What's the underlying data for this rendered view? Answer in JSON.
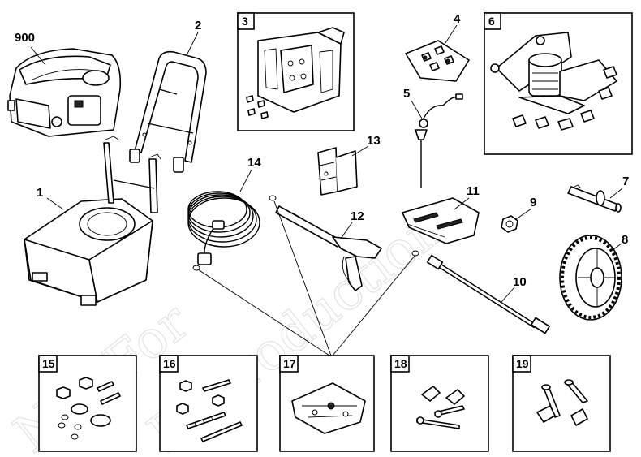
{
  "callouts": {
    "engine": "900",
    "frame": "1",
    "handle": "2",
    "control_panel": "3",
    "fittings": "4",
    "chem_tube": "5",
    "pump": "6",
    "axle": "7",
    "wheel": "8",
    "nut": "9",
    "wand": "10",
    "nozzle_bag": "11",
    "spray_gun": "12",
    "gun_holder": "13",
    "hose": "14",
    "kit_15": "15",
    "kit_16": "16",
    "kit_17": "17",
    "kit_18": "18",
    "kit_19": "19"
  },
  "watermark": {
    "line1": "Not For",
    "line2": "Reproduction"
  }
}
